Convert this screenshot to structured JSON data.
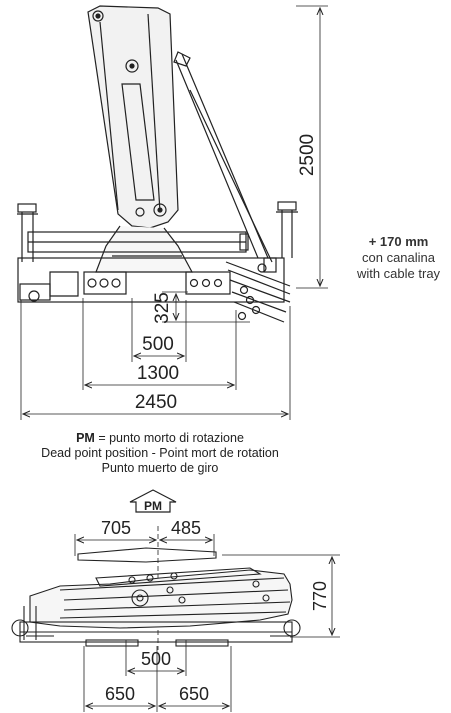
{
  "side_view": {
    "height_dim": "2500",
    "outrigger_dim": "325",
    "width_dims": [
      "500",
      "1300",
      "2450"
    ]
  },
  "cable_tray_note": {
    "value": "+ 170 mm",
    "line1": "con canalina",
    "line2": "with cable tray"
  },
  "legend": {
    "abbr": "PM",
    "line1_rest": " = punto morto di rotazione",
    "line2": "Dead point position - Point mort de rotation",
    "line3": "Punto muerto de giro"
  },
  "top_view": {
    "arrow_label": "PM",
    "left_dim": "705",
    "right_dim": "485",
    "height_dim": "770",
    "base_dim": "500",
    "bottom_left_dim": "650",
    "bottom_right_dim": "650"
  }
}
